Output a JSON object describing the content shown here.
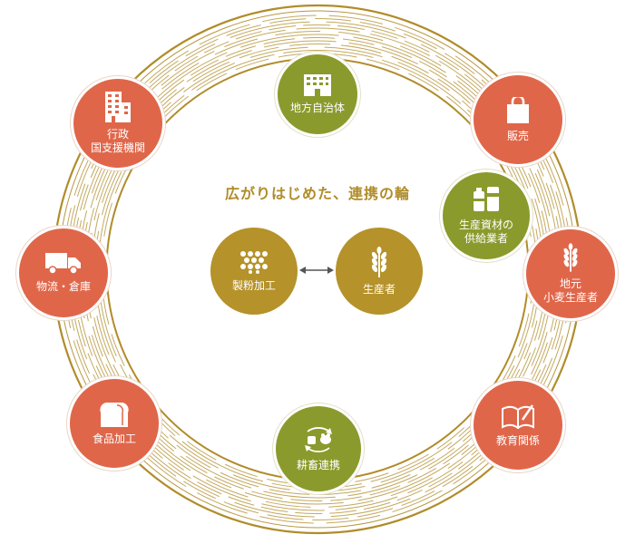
{
  "title": "広がりはじめた、連携の輪",
  "colors": {
    "red": "#e0664a",
    "green": "#8b9a2c",
    "gold": "#b5922a",
    "ring": "#b08c2a"
  },
  "center_nodes": [
    {
      "id": "milling",
      "label": "製粉加工",
      "icon": "grain-pile-icon"
    },
    {
      "id": "producer",
      "label": "生産者",
      "icon": "wheat-icon"
    }
  ],
  "ring_nodes": {
    "local_gov": {
      "label": "地方自治体",
      "icon": "building-icon"
    },
    "administration": {
      "label": "行政\n国支援機関",
      "icon": "office-tower-icon"
    },
    "sales": {
      "label": "販売",
      "icon": "shopping-bag-icon"
    },
    "suppliers": {
      "label": "生産資材の\n供給業者",
      "icon": "containers-icon"
    },
    "local_wheat": {
      "label": "地元\n小麦生産者",
      "icon": "wheat-icon"
    },
    "logistics": {
      "label": "物流・倉庫",
      "icon": "truck-icon"
    },
    "food_processing": {
      "label": "食品加工",
      "icon": "bread-icon"
    },
    "education": {
      "label": "教育関係",
      "icon": "book-icon"
    },
    "crop_livestock": {
      "label": "耕畜連携",
      "icon": "cycle-icon"
    }
  }
}
